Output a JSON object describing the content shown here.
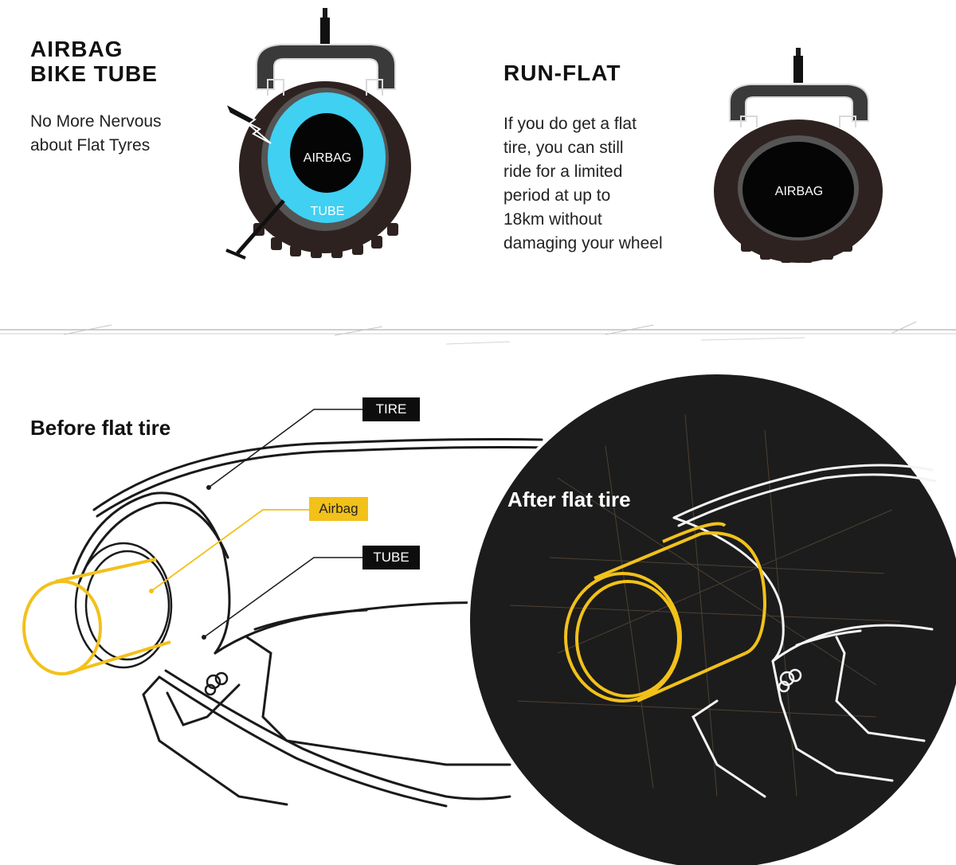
{
  "top_left": {
    "title_line1": "AIRBAG",
    "title_line2": "BIKE TUBE",
    "desc_line1": "No More Nervous",
    "desc_line2": "about Flat Tyres",
    "wheel_center_label": "AIRBAG",
    "wheel_ring_label": "TUBE"
  },
  "top_right": {
    "title": "RUN-FLAT",
    "desc_lines": [
      "If you do get a flat",
      "tire, you can still",
      "ride for a limited",
      "period at up to",
      "18km without",
      "damaging your wheel"
    ],
    "wheel_center_label": "AIRBAG"
  },
  "bottom": {
    "before_title": "Before flat tire",
    "after_title": "After flat tire",
    "tags": {
      "tire": "TIRE",
      "airbag": "Airbag",
      "tube": "TUBE"
    }
  },
  "colors": {
    "tire_dark": "#2e2220",
    "tube_blue": "#3fd0f2",
    "airbag_gold": "#f2c11a",
    "circle_bg": "#1c1c1c"
  }
}
